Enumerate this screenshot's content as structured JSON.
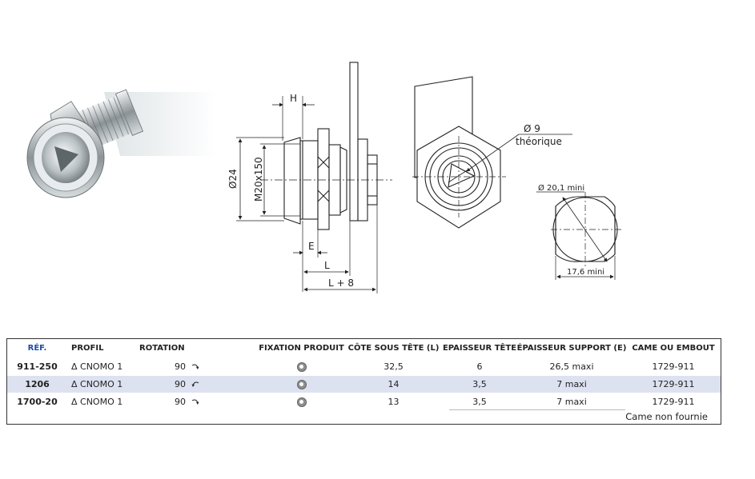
{
  "drawing": {
    "dim_h": "H",
    "dim_d24": "Ø24",
    "dim_thread": "M20x150",
    "dim_e": "E",
    "dim_l": "L",
    "dim_l8": "L + 8",
    "dim_d9": "Ø 9",
    "dim_theorique": "théorique",
    "dim_d201": "Ø 20,1 mini",
    "dim_176": "17,6 mini"
  },
  "table": {
    "headers": {
      "ref": "RÉF.",
      "profil": "PROFIL",
      "rotation": "ROTATION",
      "fixation": "FIXATION PRODUIT",
      "cote": "CÔTE SOUS TÊTE (L)",
      "epaisseur": "EPAISSEUR TÊTE",
      "support": "ÉPAISSEUR SUPPORT (E)",
      "came": "CAME OU EMBOUT"
    },
    "rows": [
      {
        "ref": "911-250",
        "profil": "Δ CNOMO 1",
        "rotation": "90",
        "rotation_dir": "clockwise",
        "cote": "32,5",
        "epaisseur": "6",
        "support": "26,5 maxi",
        "came": "1729-911"
      },
      {
        "ref": "1206",
        "profil": "Δ CNOMO 1",
        "rotation": "90",
        "rotation_dir": "counterclockwise",
        "cote": "14",
        "epaisseur": "3,5",
        "support": "7 maxi",
        "came": "1729-911"
      },
      {
        "ref": "1700-20",
        "profil": "Δ CNOMO 1",
        "rotation": "90",
        "rotation_dir": "clockwise",
        "cote": "13",
        "epaisseur": "3,5",
        "support": "7 maxi",
        "came": "1729-911"
      }
    ],
    "footnote": "Came non fournie",
    "colors": {
      "header_ref": "#1d4fa0",
      "row_highlight": "#dde2f0"
    }
  }
}
